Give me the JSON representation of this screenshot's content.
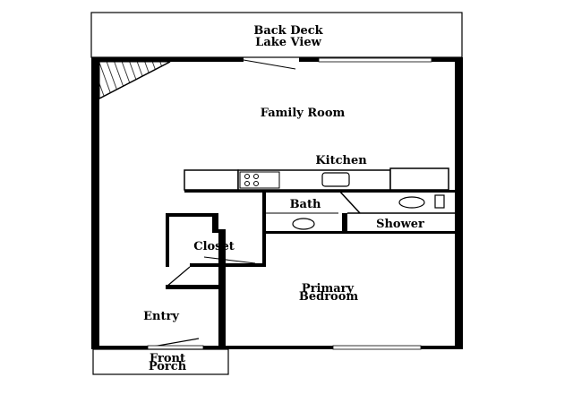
{
  "rooms": {
    "back_deck_line1": "Back Deck",
    "back_deck_line2": "Lake View",
    "family_room": "Family Room",
    "kitchen": "Kitchen",
    "bath": "Bath",
    "shower": "Shower",
    "closet": "Closet",
    "primary_line1": "Primary",
    "primary_line2": "Bedroom",
    "entry": "Entry",
    "front_porch_line1": "Front",
    "front_porch_line2": "Porch"
  },
  "colors": {
    "wall": "#000000",
    "background": "#ffffff"
  }
}
